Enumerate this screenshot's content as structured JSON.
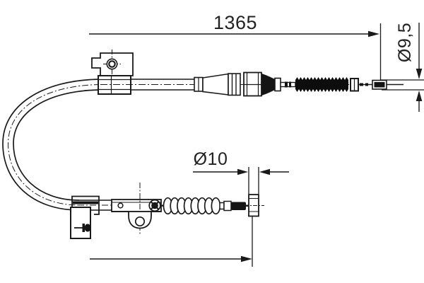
{
  "drawing": {
    "kind": "cable-technical-drawing",
    "colors": {
      "line": "#1a1a1a",
      "background": "#ffffff",
      "text": "#222222"
    },
    "dimensions": {
      "overall_length": "1365",
      "end_diameter": "Ø9,5",
      "rod_diameter": "Ø10"
    }
  }
}
